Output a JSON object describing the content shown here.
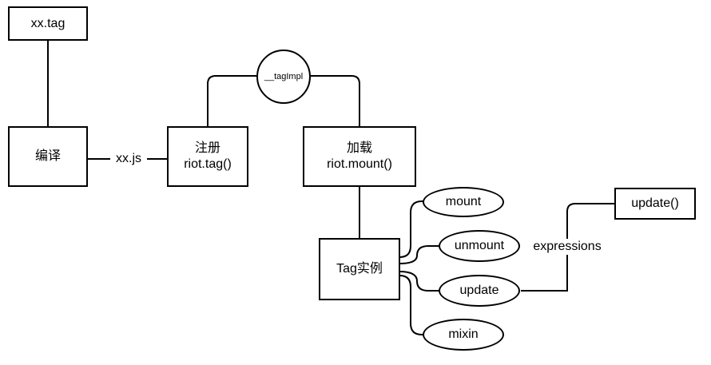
{
  "nodes": {
    "xx_tag": "xx.tag",
    "compile": "编译",
    "register_title": "注册",
    "register_call": "riot.tag()",
    "load_title": "加载",
    "load_call": "riot.mount()",
    "tag_instance": "Tag实例",
    "update_call": "update()",
    "tag_impl": "__tagImpl"
  },
  "methods": [
    "mount",
    "unmount",
    "update",
    "mixin"
  ],
  "edge_labels": {
    "xx_js": "xx.js",
    "expressions": "expressions"
  }
}
